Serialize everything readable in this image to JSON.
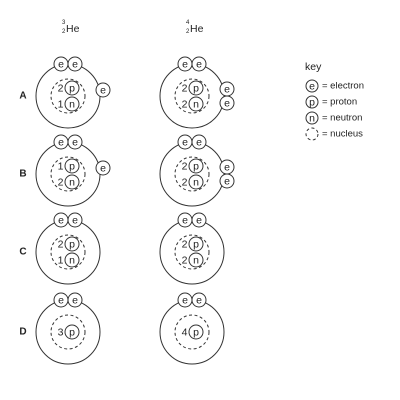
{
  "columns": [
    {
      "mass": "3",
      "atomic": "2",
      "symbol": "He"
    },
    {
      "mass": "4",
      "atomic": "2",
      "symbol": "He"
    }
  ],
  "rows": [
    {
      "label": "A",
      "atoms": [
        {
          "electrons": 3,
          "nucleus": [
            {
              "count": "2",
              "particle": "p"
            },
            {
              "count": "1",
              "particle": "n"
            }
          ]
        },
        {
          "electrons": 4,
          "nucleus": [
            {
              "count": "2",
              "particle": "p"
            },
            {
              "count": "2",
              "particle": "n"
            }
          ]
        }
      ]
    },
    {
      "label": "B",
      "atoms": [
        {
          "electrons": 3,
          "nucleus": [
            {
              "count": "1",
              "particle": "p"
            },
            {
              "count": "2",
              "particle": "n"
            }
          ]
        },
        {
          "electrons": 4,
          "nucleus": [
            {
              "count": "2",
              "particle": "p"
            },
            {
              "count": "2",
              "particle": "n"
            }
          ]
        }
      ]
    },
    {
      "label": "C",
      "atoms": [
        {
          "electrons": 2,
          "nucleus": [
            {
              "count": "2",
              "particle": "p"
            },
            {
              "count": "1",
              "particle": "n"
            }
          ]
        },
        {
          "electrons": 2,
          "nucleus": [
            {
              "count": "2",
              "particle": "p"
            },
            {
              "count": "2",
              "particle": "n"
            }
          ]
        }
      ]
    },
    {
      "label": "D",
      "atoms": [
        {
          "electrons": 2,
          "nucleus": [
            {
              "count": "3",
              "particle": "p"
            }
          ]
        },
        {
          "electrons": 2,
          "nucleus": [
            {
              "count": "4",
              "particle": "p"
            }
          ]
        }
      ]
    }
  ],
  "key": {
    "title": "key",
    "items": [
      {
        "symbol": "e",
        "text": "= electron",
        "shape": "circle"
      },
      {
        "symbol": "p",
        "text": "= proton",
        "shape": "circle"
      },
      {
        "symbol": "n",
        "text": "= neutron",
        "shape": "circle"
      },
      {
        "symbol": "",
        "text": "= nucleus",
        "shape": "dashed-circle"
      }
    ]
  }
}
